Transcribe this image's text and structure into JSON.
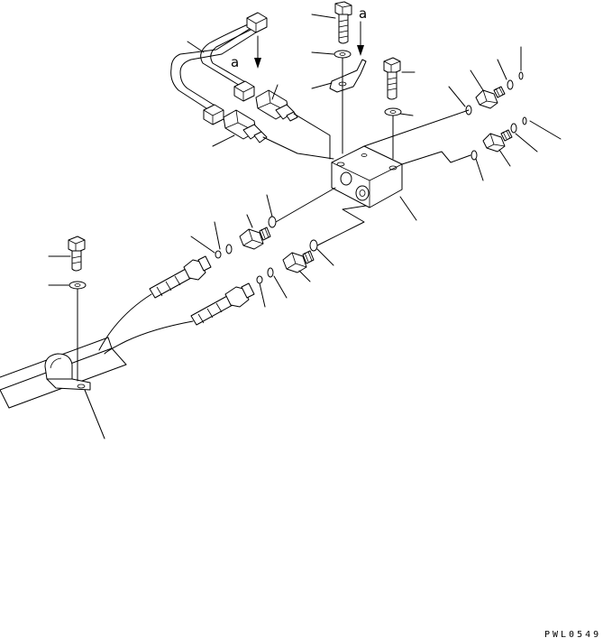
{
  "diagram": {
    "callouts": [
      {
        "id": "a-left",
        "text": "a"
      },
      {
        "id": "a-right",
        "text": "a"
      }
    ],
    "drawing_code": "PWL0549",
    "colors": {
      "ink": "#000000",
      "paper": "#ffffff"
    }
  }
}
